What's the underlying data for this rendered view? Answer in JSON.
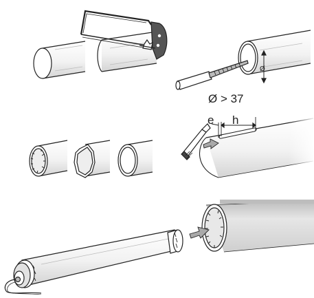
{
  "labels": {
    "diameter_spec": "Ø > 37",
    "dim_e": "e",
    "dim_h": "h",
    "diameter_mark": "Ø"
  },
  "colors": {
    "line": "#222222",
    "tube_fill": "#ffffff",
    "tube_shade": "#dcdcdc",
    "arrow_fill": "#a9a9a9"
  }
}
